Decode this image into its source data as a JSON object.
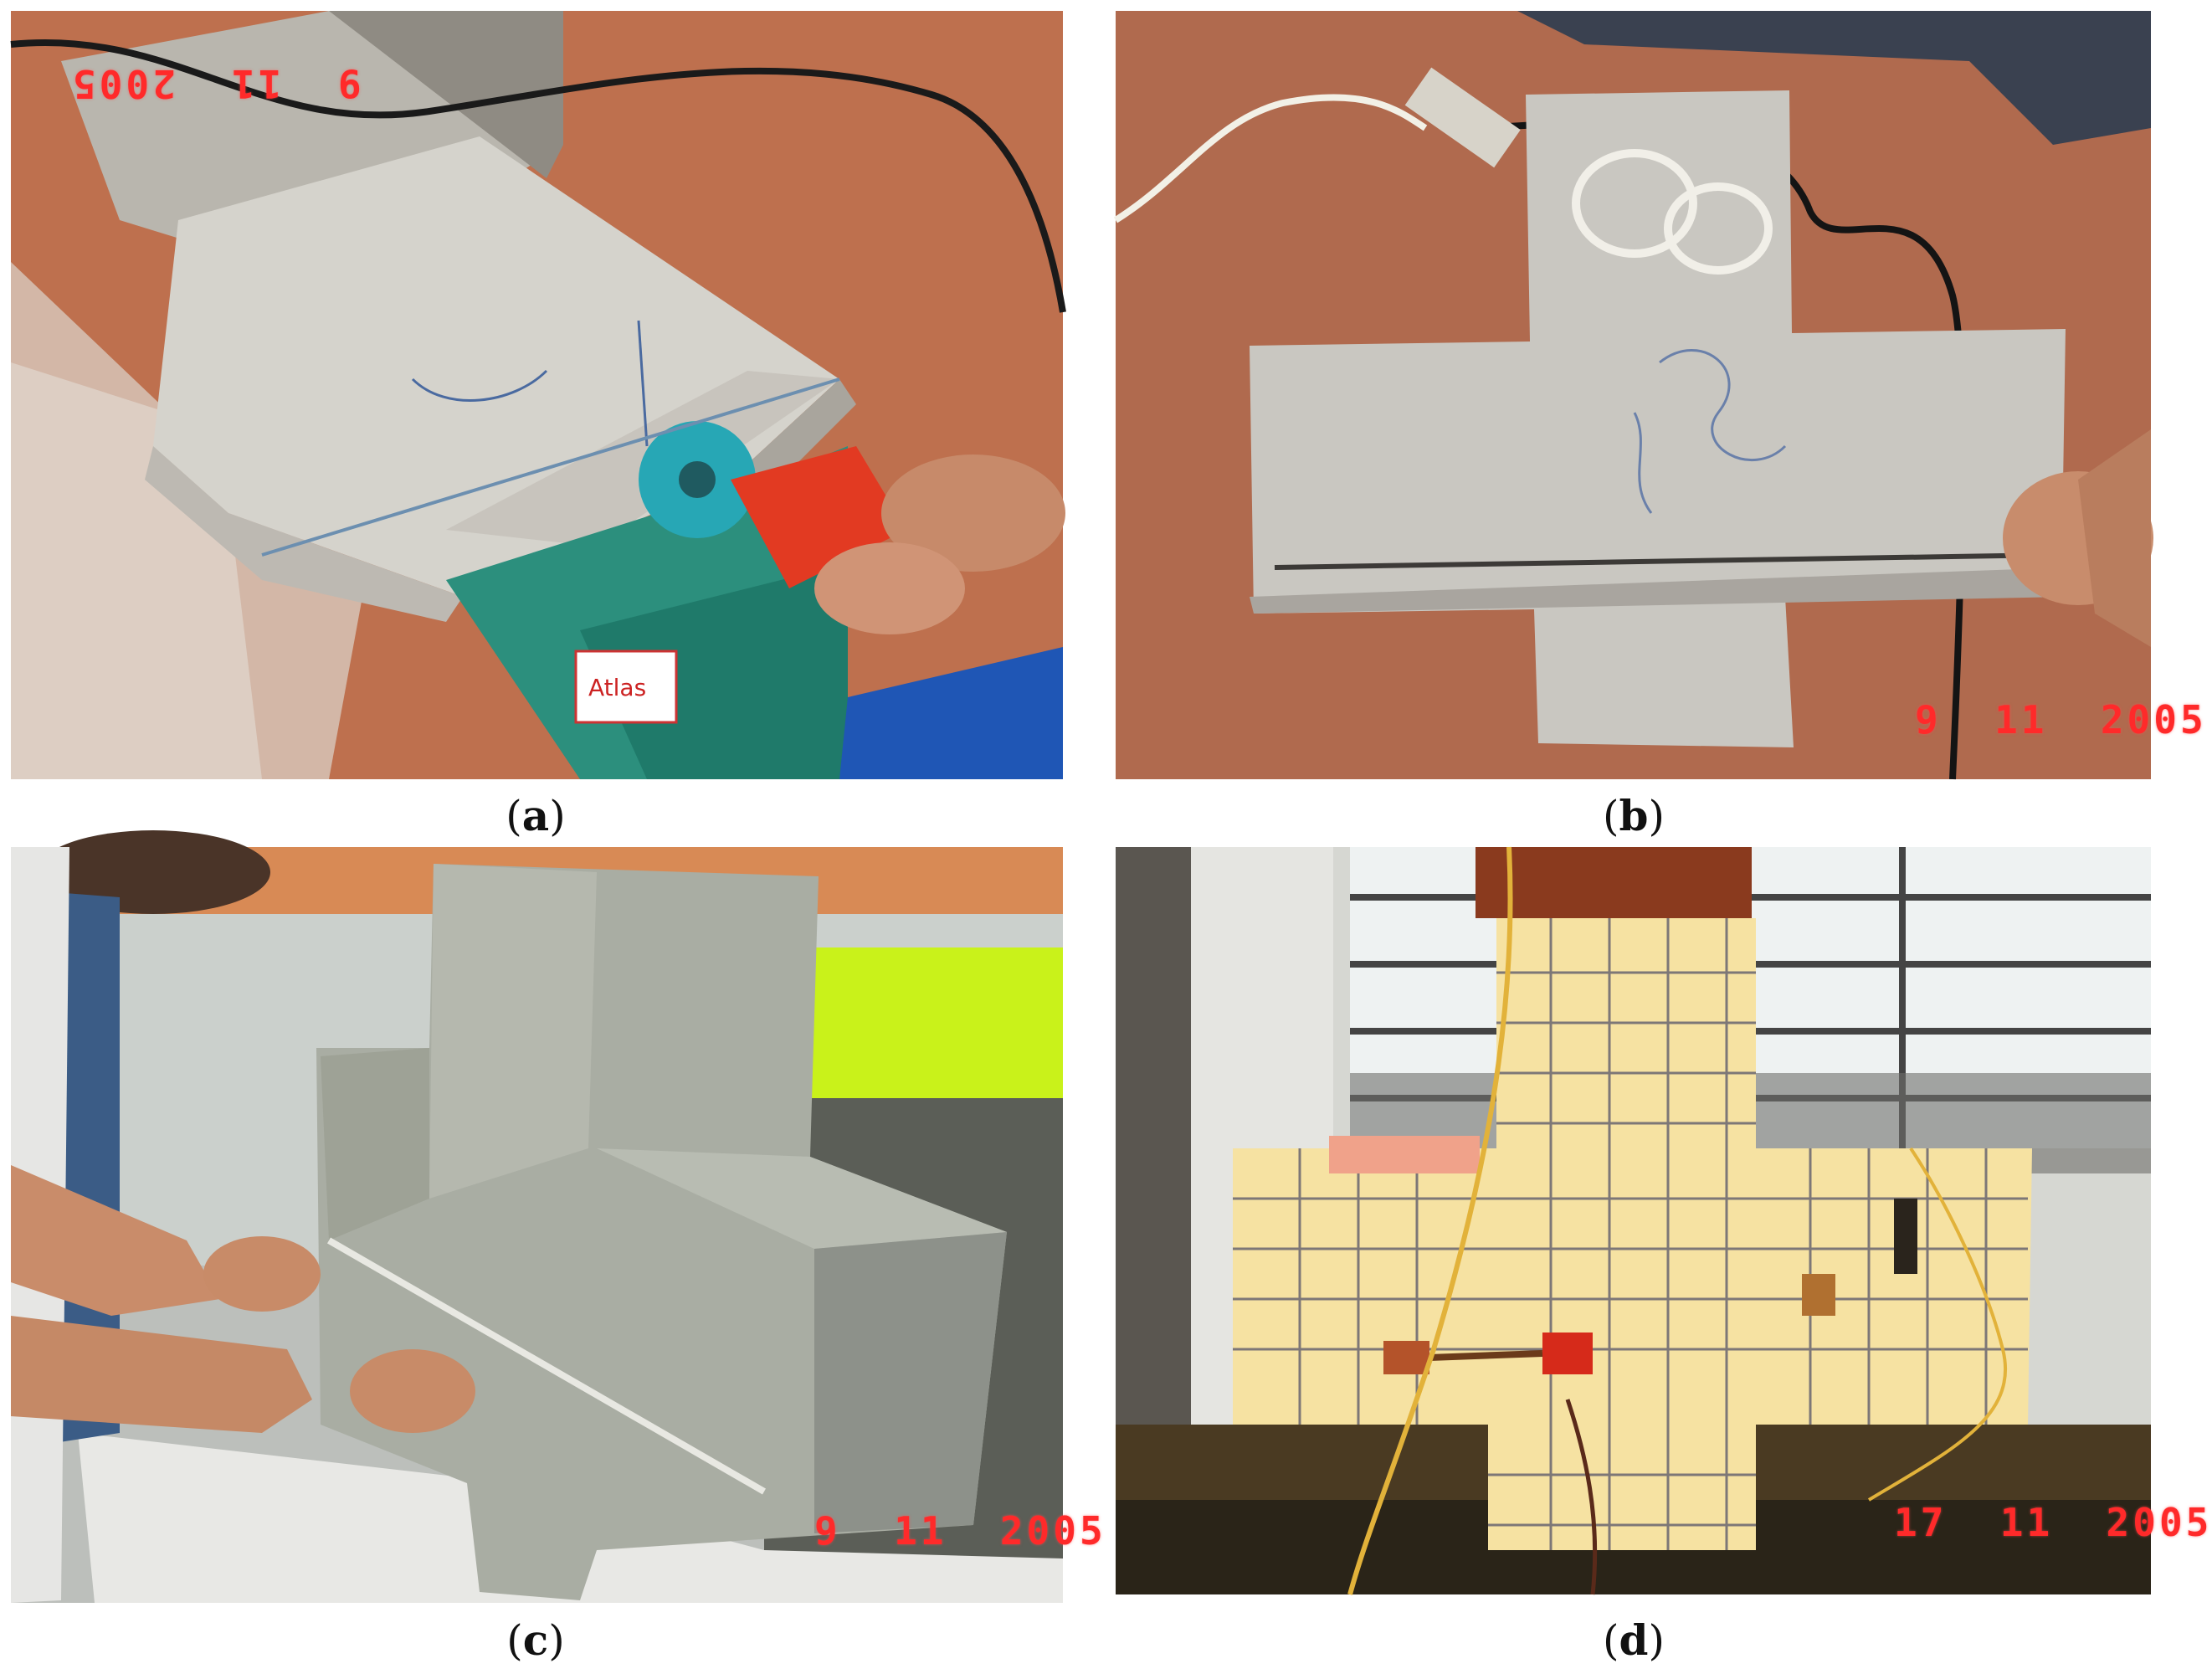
{
  "panels": [
    {
      "id": "a",
      "label": "a",
      "stamp": "9  11  2005"
    },
    {
      "id": "b",
      "label": "b",
      "stamp": "9  11  2005"
    },
    {
      "id": "c",
      "label": "c",
      "stamp": "9  11  2005"
    },
    {
      "id": "d",
      "label": "d",
      "stamp": "17  11  2005"
    }
  ],
  "sticker_text": "Atlas"
}
